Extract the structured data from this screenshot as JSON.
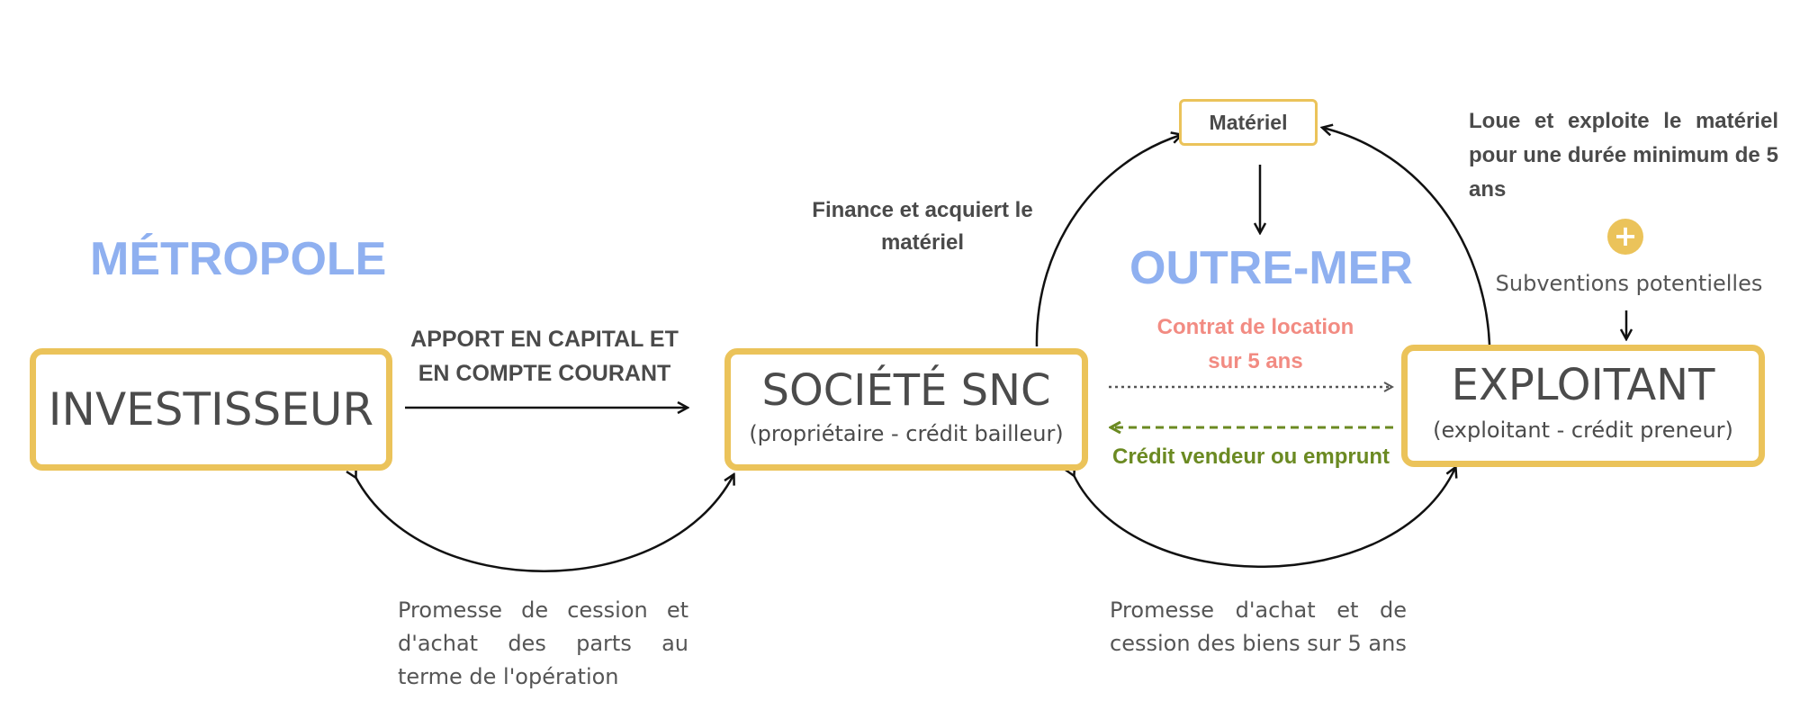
{
  "regions": {
    "metropole": {
      "label": "MÉTROPOLE",
      "color": "#8fb0f0"
    },
    "outremer": {
      "label": "OUTRE-MER",
      "color": "#8fb0f0"
    }
  },
  "nodes": {
    "investisseur": {
      "title": "INVESTISSEUR"
    },
    "societe": {
      "title": "SOCIÉTÉ SNC",
      "subtitle": "(propriétaire - crédit bailleur)"
    },
    "exploitant": {
      "title": "EXPLOITANT",
      "subtitle": "(exploitant - crédit preneur)"
    },
    "materiel": {
      "title": "Matériel"
    }
  },
  "labels": {
    "apport": "APPORT EN CAPITAL ET EN COMPTE COURANT",
    "finance": "Finance et acquiert le matériel",
    "loue": "Loue et exploite le matériel pour une durée minimum de 5 ans",
    "subventions": "Subventions potentielles",
    "plus": "+",
    "contrat": "Contrat de location sur 5 ans",
    "credit": "Crédit vendeur ou emprunt",
    "promesse_parts": "Promesse de cession et d'achat des parts au terme de l'opération",
    "promesse_biens": "Promesse d'achat et de cession des biens sur 5 ans"
  },
  "colors": {
    "box_border": "#ebc35a",
    "contrat": "#f28b82",
    "credit": "#6b8a22",
    "plus_badge": "#ebc35a"
  }
}
